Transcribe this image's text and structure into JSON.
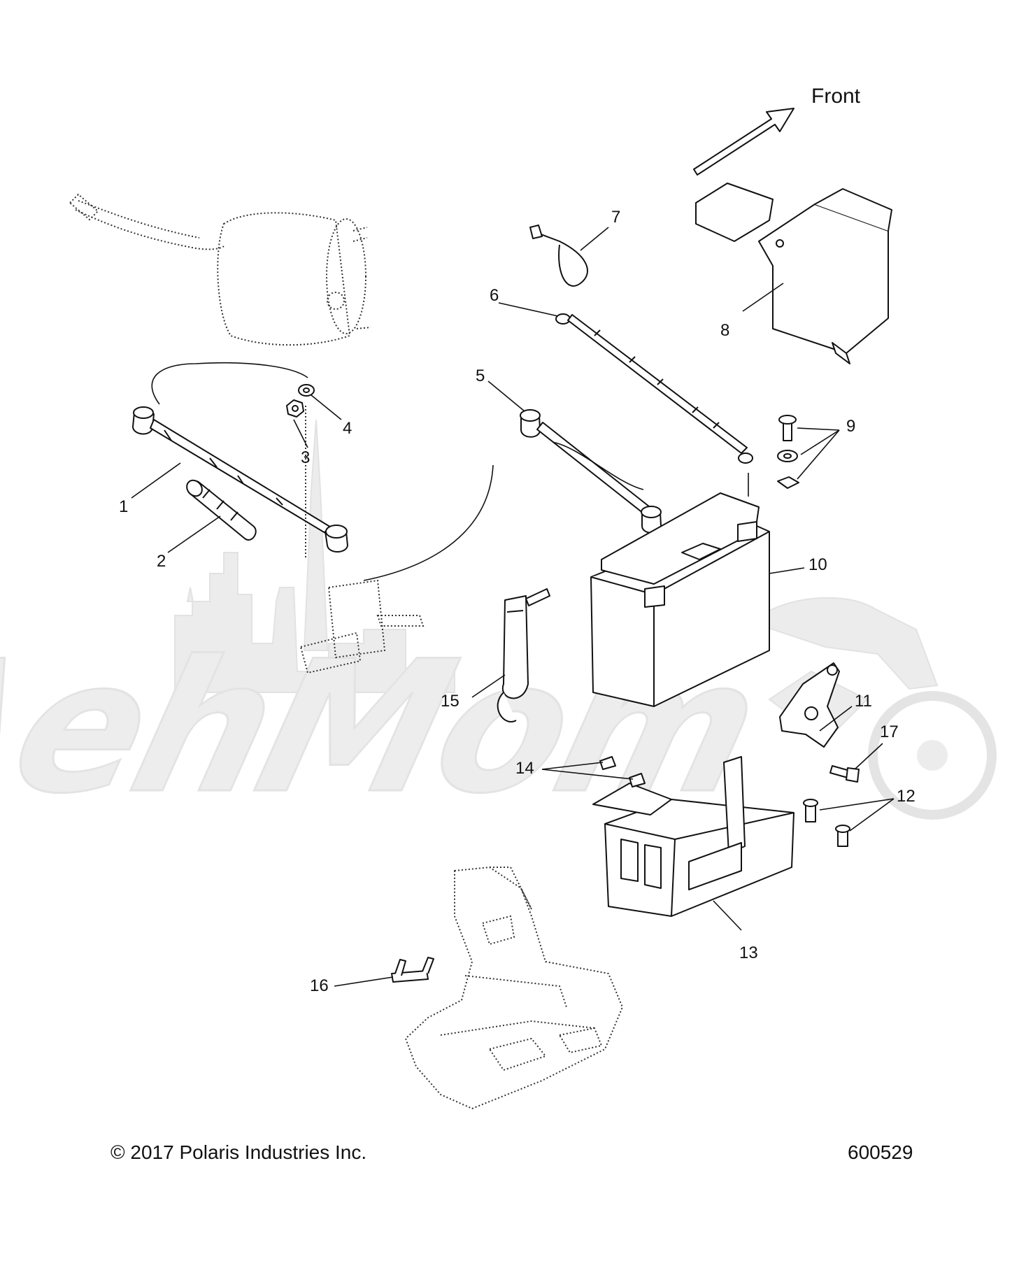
{
  "orientation": {
    "label": "Front"
  },
  "watermark": {
    "text": "AehMom",
    "rendered_as": "logo"
  },
  "callouts": [
    {
      "id": "1",
      "part": "cable"
    },
    {
      "id": "2",
      "part": "boot"
    },
    {
      "id": "3",
      "part": "nut"
    },
    {
      "id": "4",
      "part": "washer"
    },
    {
      "id": "5",
      "part": "cable"
    },
    {
      "id": "6",
      "part": "cable"
    },
    {
      "id": "7",
      "part": "tie"
    },
    {
      "id": "8",
      "part": "cover"
    },
    {
      "id": "9",
      "part": "hardware"
    },
    {
      "id": "10",
      "part": "battery"
    },
    {
      "id": "11",
      "part": "bracket"
    },
    {
      "id": "12",
      "part": "screw"
    },
    {
      "id": "13",
      "part": "battery box"
    },
    {
      "id": "14",
      "part": "clip"
    },
    {
      "id": "15",
      "part": "strap"
    },
    {
      "id": "16",
      "part": "clip"
    },
    {
      "id": "17",
      "part": "screw"
    }
  ],
  "footer": {
    "copyright": "© 2017 Polaris Industries Inc.",
    "diagram_number": "600529"
  }
}
